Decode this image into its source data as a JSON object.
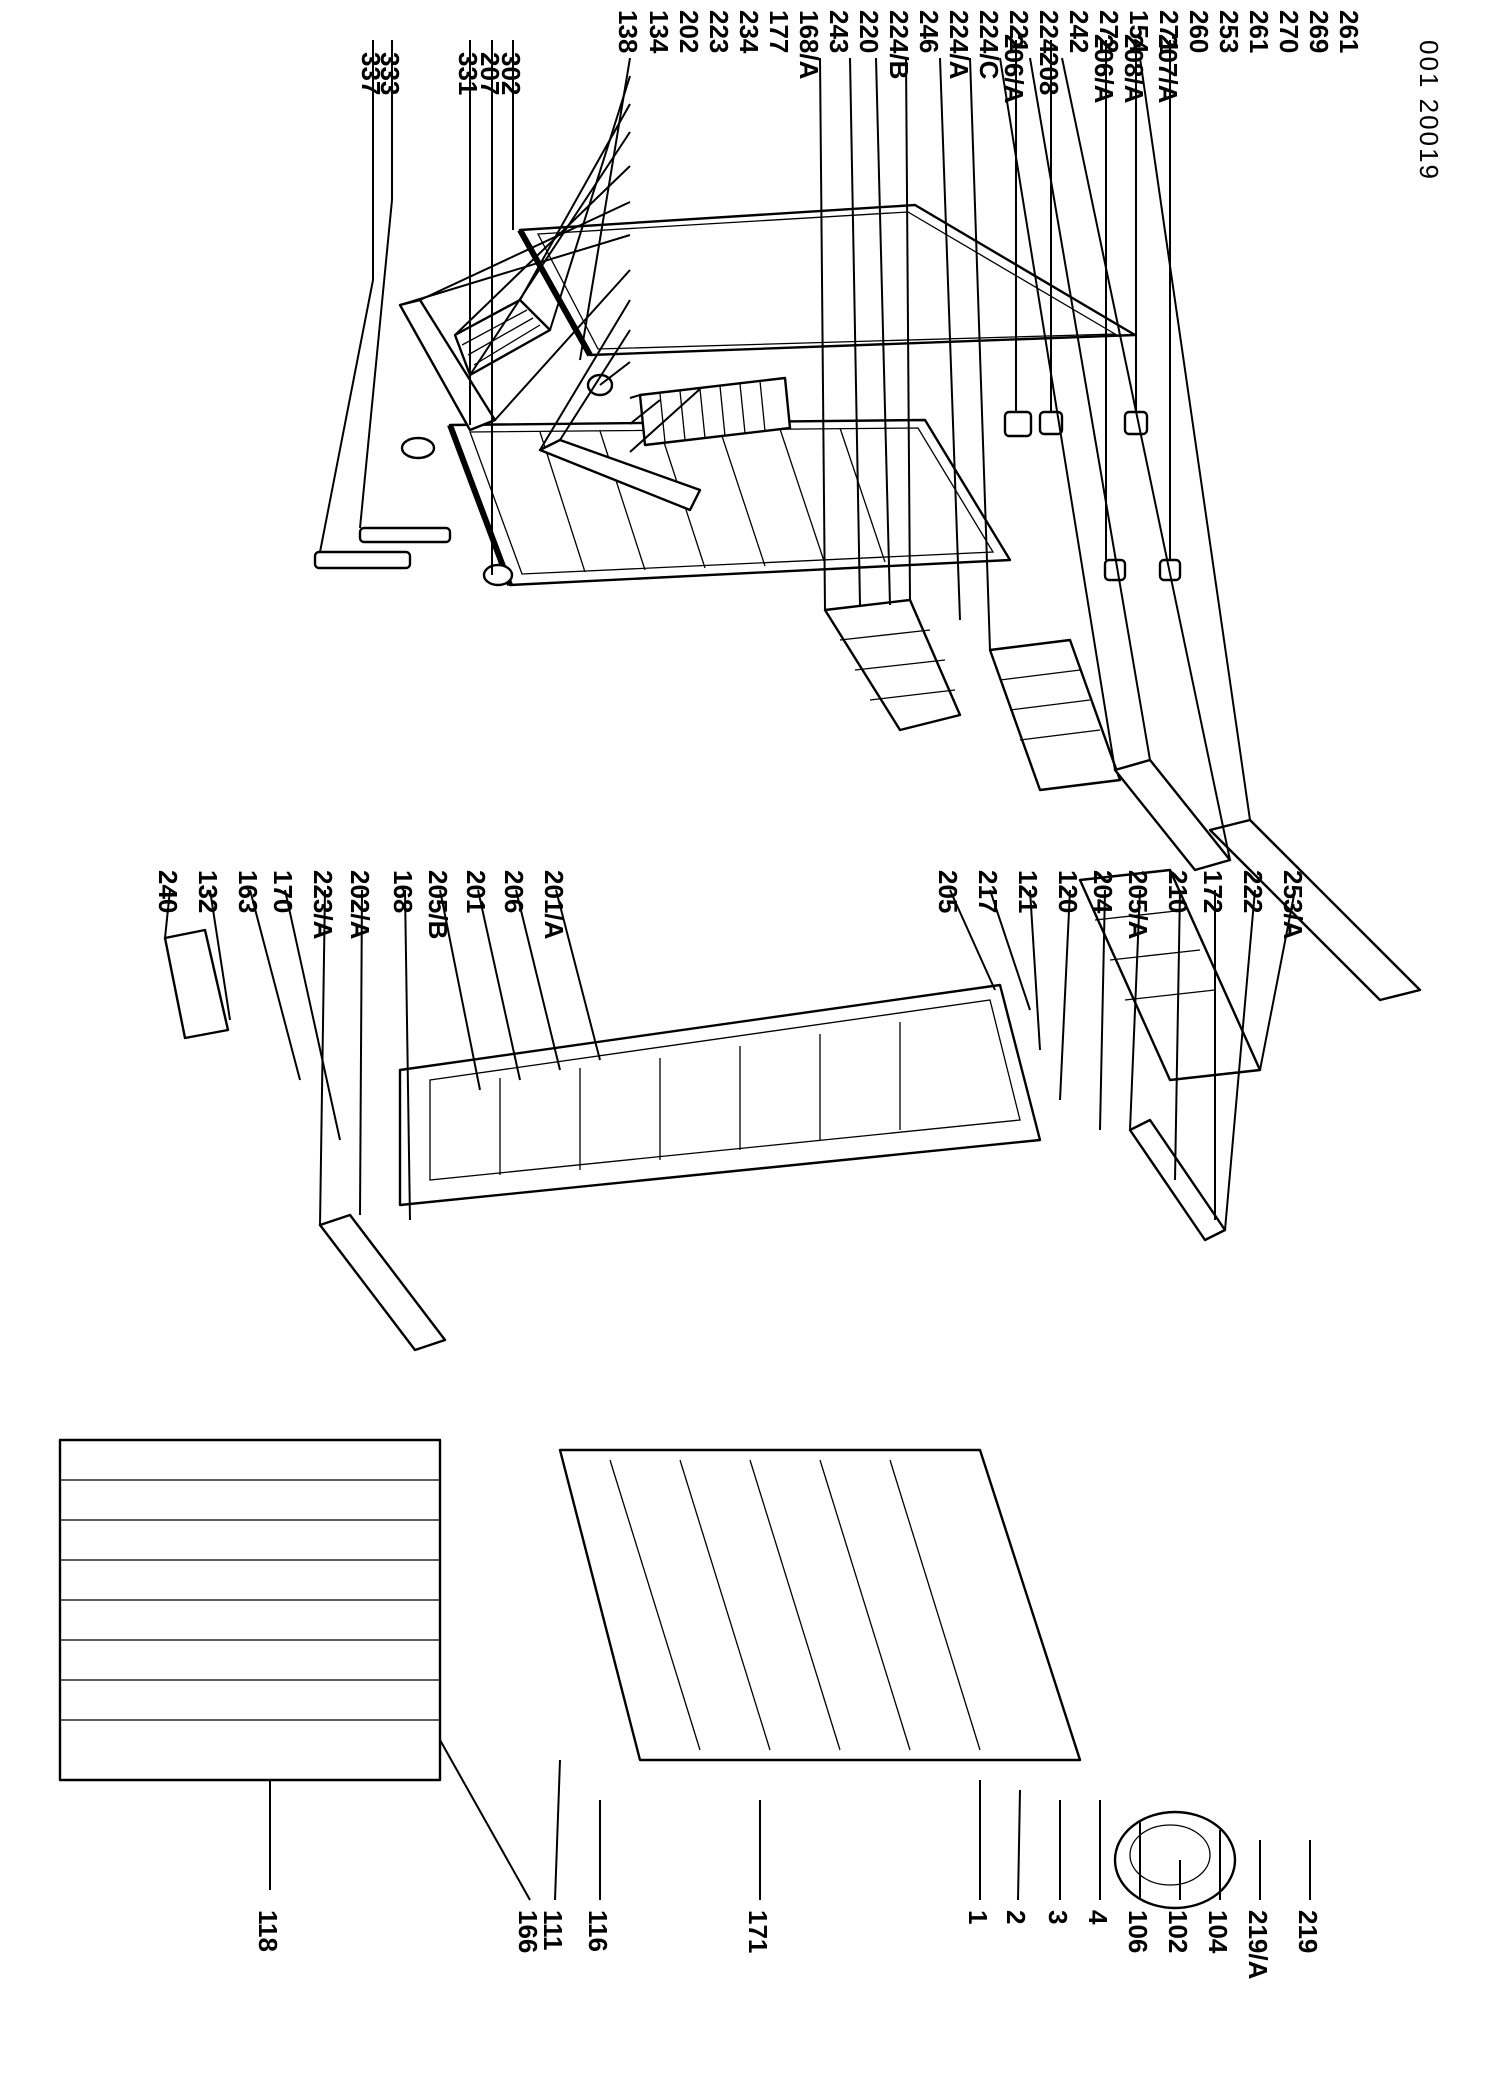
{
  "doc_id": "001 20019",
  "callouts": {
    "c337": "337",
    "c333": "333",
    "c331": "331",
    "c207": "207",
    "c302": "302",
    "c206a_1": "206/A",
    "c208": "208",
    "c206a_2": "206/A",
    "c208a": "208/A",
    "c207a": "207/A",
    "c138": "138",
    "c134": "134",
    "c202": "202",
    "c223": "223",
    "c234": "234",
    "c177": "177",
    "c168a": "168/A",
    "c243": "243",
    "c220": "220",
    "c224b": "224/B",
    "c246": "246",
    "c224a": "224/A",
    "c224c": "224/C",
    "c221": "221",
    "c224": "224",
    "c242": "242",
    "c272": "272",
    "c154": "154",
    "c271": "271",
    "c260": "260",
    "c253": "253",
    "c261_1": "261",
    "c270": "270",
    "c269": "269",
    "c261_2": "261",
    "c240": "240",
    "c132": "132",
    "c163": "163",
    "c170": "170",
    "c223a": "223/A",
    "c202a": "202/A",
    "c168": "168",
    "c205b": "205/B",
    "c201": "201",
    "c206": "206",
    "c201a": "201/A",
    "c205": "205",
    "c217": "217",
    "c121": "121",
    "c120": "120",
    "c204": "204",
    "c205a": "205/A",
    "c210": "210",
    "c172": "172",
    "c222": "222",
    "c253a": "253/A",
    "c118": "118",
    "c166": "166",
    "c111": "111",
    "c116": "116",
    "c171": "171",
    "c1": "1",
    "c2": "2",
    "c3": "3",
    "c4": "4",
    "c106": "106",
    "c102": "102",
    "c104": "104",
    "c219a": "219/A",
    "c219": "219"
  }
}
